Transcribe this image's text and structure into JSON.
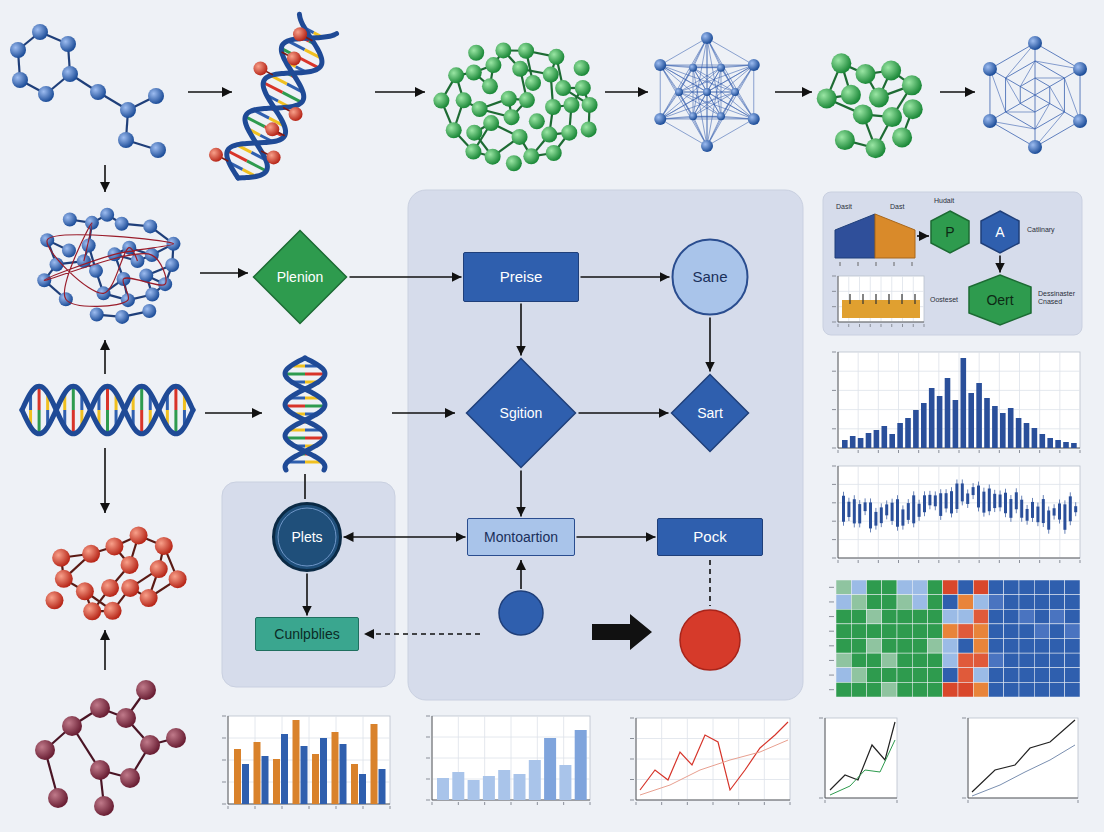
{
  "diagram": {
    "nodes": [
      {
        "text": [
          "Plenion"
        ]
      },
      {
        "text": [
          "Preise"
        ]
      },
      {
        "text": [
          "Sane"
        ]
      },
      {
        "text": [
          "Sgition"
        ]
      },
      {
        "text": [
          "Sart"
        ]
      },
      {
        "text": [
          "Plets"
        ]
      },
      {
        "text": [
          "Montoartion"
        ]
      },
      {
        "text": [
          "Pock"
        ]
      },
      {
        "text": [
          "Cunlpblies"
        ]
      },
      {
        "text": [
          "P"
        ]
      },
      {
        "text": [
          "A"
        ]
      },
      {
        "text": [
          "Oert"
        ]
      }
    ],
    "edges": [
      {
        "from": 0,
        "to": 1,
        "arrow": "to"
      },
      {
        "from": 1,
        "to": 2,
        "arrow": "to"
      },
      {
        "from": 1,
        "to": 3,
        "arrow": "to"
      },
      {
        "from": 2,
        "to": 4,
        "arrow": "to"
      },
      {
        "from": 3,
        "to": 4,
        "arrow": "to"
      },
      {
        "from": 3,
        "to": 6,
        "arrow": "to"
      },
      {
        "from": 5,
        "to": 6,
        "arrow": "both"
      },
      {
        "from": 6,
        "to": 7,
        "arrow": "to"
      },
      {
        "from": 5,
        "to": 8,
        "arrow": "to"
      },
      {
        "from": 10,
        "to": 11,
        "arrow": "to"
      }
    ],
    "labels": [
      "Dasit",
      "Dast",
      "Hudait",
      "Catlinary",
      "Oosteset",
      "Dessinaster Cnased"
    ]
  }
}
